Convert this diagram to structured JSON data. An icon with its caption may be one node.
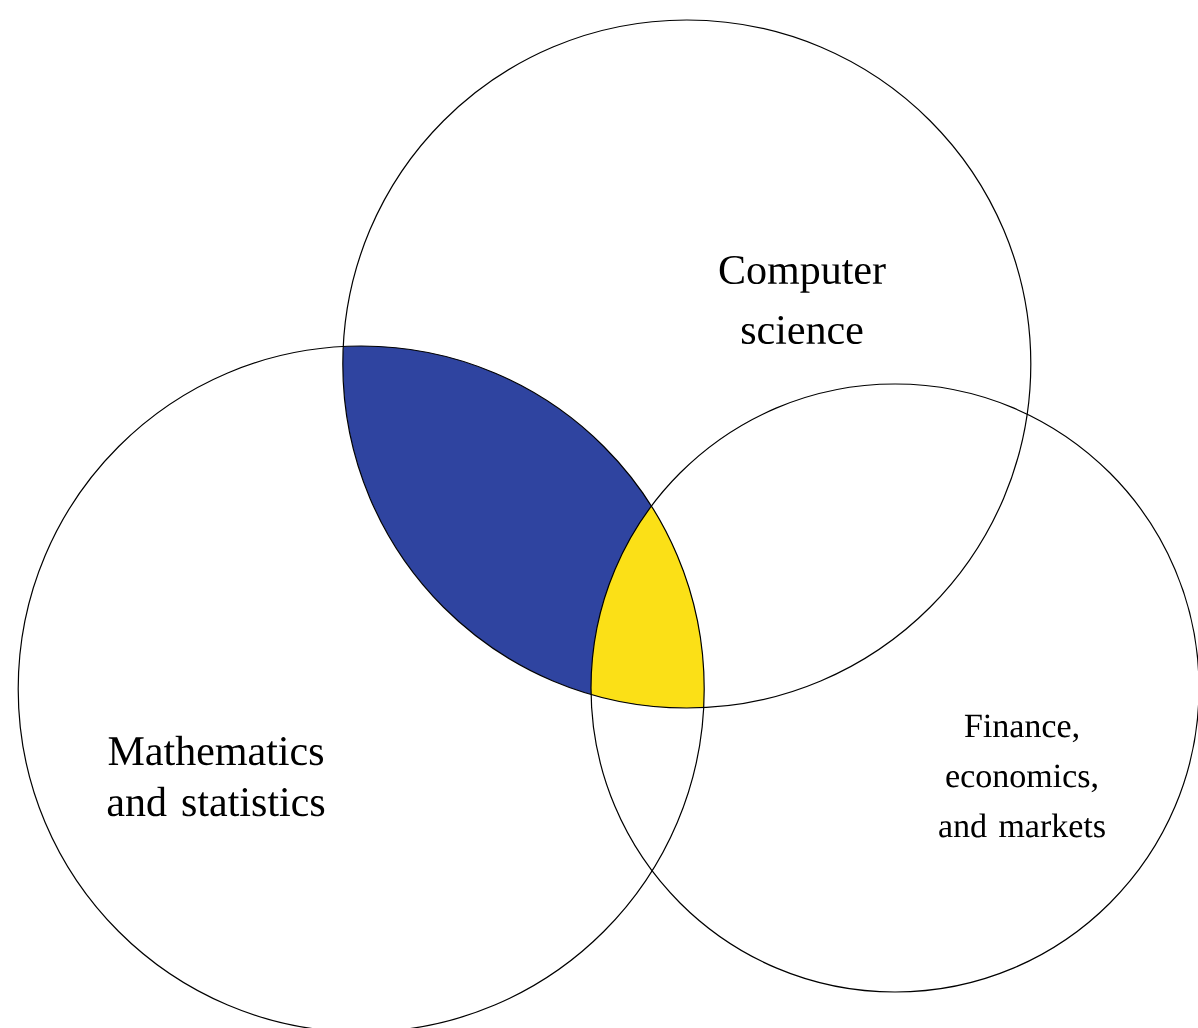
{
  "diagram": {
    "nodes": [
      {
        "text": [
          "Computer science"
        ]
      },
      {
        "text": [
          "Mathematics and statistics"
        ]
      },
      {
        "text": [
          "Finance, economics, and markets"
        ]
      }
    ]
  }
}
